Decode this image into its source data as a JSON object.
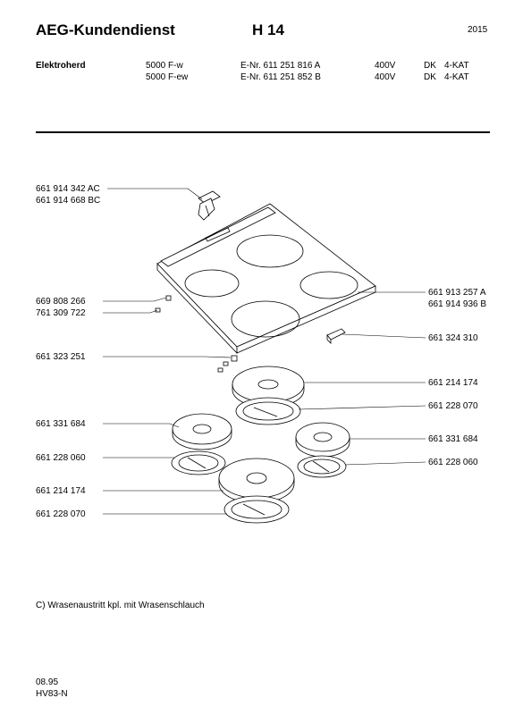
{
  "header": {
    "brand": "AEG-Kundendienst",
    "code": "H 14",
    "number": "2015"
  },
  "models": {
    "label": "Elektroherd",
    "rows": [
      {
        "model": "5000 F-w",
        "enr": "E-Nr. 611 251 816 A",
        "voltage": "400V",
        "country": "DK",
        "kat": "4-KAT"
      },
      {
        "model": "5000 F-ew",
        "enr": "E-Nr. 611 251 852 B",
        "voltage": "400V",
        "country": "DK",
        "kat": "4-KAT"
      }
    ]
  },
  "parts": {
    "p1": "661 914 342 AC",
    "p2": "661 914 668 BC",
    "p3": "669 808 266",
    "p4": "761 309 722",
    "p5": "661 323 251",
    "p6": "661 331 684",
    "p7": "661 228 060",
    "p8": "661 214 174",
    "p9": "661 228 070",
    "p10": "661 913 257 A",
    "p11": "661 914 936 B",
    "p12": "661 324 310",
    "p13": "661 214 174",
    "p14": "661 228 070",
    "p15": "661 331 684",
    "p16": "661 228 060"
  },
  "footnote": "C) Wrasenaustritt kpl. mit Wrasenschlauch",
  "footer": {
    "date": "08.95",
    "doc": "HV83-N"
  }
}
